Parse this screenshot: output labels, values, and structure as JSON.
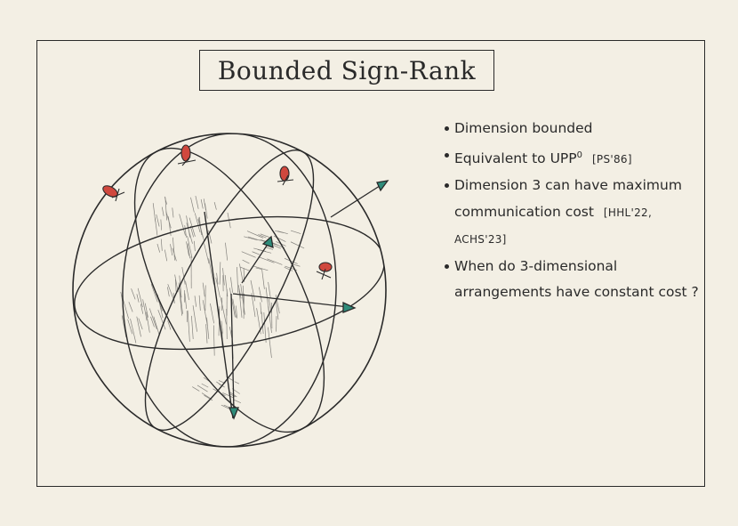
{
  "title": "Bounded Sign-Rank",
  "bullets": [
    {
      "text": "Dimension bounded",
      "cite": ""
    },
    {
      "text": "Equivalent to UPP",
      "superscript": "0",
      "cite": "[PS'86]"
    },
    {
      "text": "Dimension 3 can have maximum communication cost",
      "cite": "[HHL'22, ACHS'23]"
    },
    {
      "text": "When do 3-dimensional arrangements have constant cost ?",
      "cite": ""
    }
  ],
  "colors": {
    "ink": "#2a2a2a",
    "paper": "#f3efe4",
    "red_marker": "#d0483e",
    "teal_arrow": "#2f8c7a"
  },
  "figure": {
    "kind": "sphere-with-great-circles",
    "red_point_count": 4,
    "teal_arrow_count": 4
  }
}
